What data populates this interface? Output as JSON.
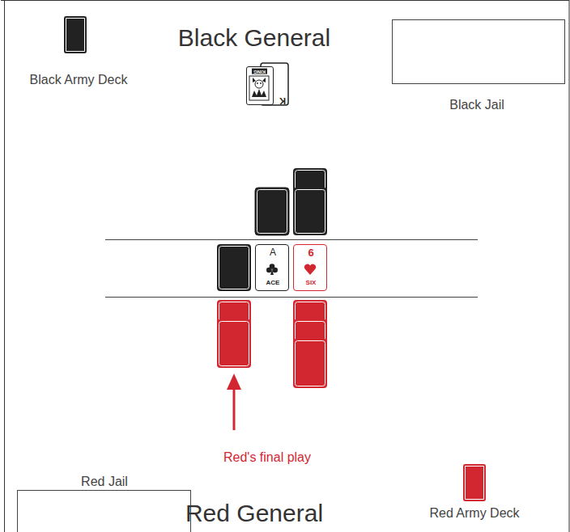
{
  "diagram": {
    "nodes": [
      {
        "text": [
          "Black Army Deck"
        ]
      },
      {
        "text": [
          "K",
          "KING"
        ]
      },
      {
        "text": [
          "Black Jail"
        ]
      },
      {
        "text": [
          "A",
          "ACE"
        ]
      },
      {
        "text": [
          "6",
          "SIX"
        ]
      },
      {
        "text": [
          "Red Jail"
        ]
      },
      {
        "text": [
          "Red Army Deck"
        ]
      }
    ],
    "labels": [
      "Black General",
      "Red's final play",
      "Red General"
    ]
  }
}
